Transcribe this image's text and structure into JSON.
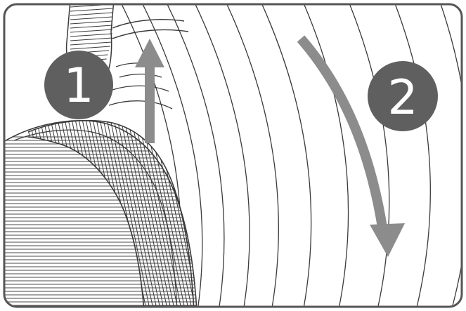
{
  "steps": [
    {
      "label": "1",
      "action": "lift-up",
      "icon": "arrow-up-icon"
    },
    {
      "label": "2",
      "action": "rotate-clockwise",
      "icon": "curved-arrow-down-icon"
    }
  ],
  "colors": {
    "frame": "#555555",
    "line": "#3a3a3a",
    "badge": "#5f5f5f",
    "badge_text": "#ffffff",
    "arrow": "#8c8c8c",
    "background": "#ffffff"
  }
}
